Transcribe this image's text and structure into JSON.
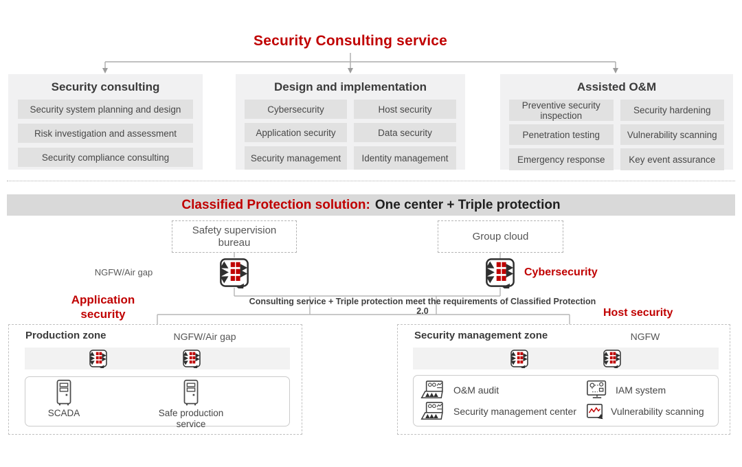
{
  "title": "Security Consulting service",
  "sections": {
    "security_consulting": {
      "heading": "Security consulting",
      "items": [
        "Security system planning and design",
        "Risk investigation and assessment",
        "Security compliance consulting"
      ]
    },
    "design_implementation": {
      "heading": "Design and implementation",
      "items": [
        "Cybersecurity",
        "Host security",
        "Application security",
        "Data security",
        "Security management",
        "Identity management"
      ]
    },
    "assisted_om": {
      "heading": "Assisted O&M",
      "items": [
        "Preventive security inspection",
        "Security hardening",
        "Penetration testing",
        "Vulnerability scanning",
        "Emergency response",
        "Key event assurance"
      ]
    }
  },
  "band": {
    "red": "Classified Protection solution:",
    "black": "One center + Triple protection"
  },
  "solution": {
    "safety_bureau": "Safety supervision bureau",
    "group_cloud": "Group cloud",
    "ngfw_airgap_label": "NGFW/Air gap",
    "cybersecurity_label": "Cybersecurity",
    "application_security_label": "Application security",
    "host_security_label": "Host security",
    "consulting_note": "Consulting service + Triple protection meet the requirements of Classified Protection 2.0"
  },
  "production_zone": {
    "title": "Production zone",
    "ngfw_label": "NGFW/Air gap",
    "servers": [
      "SCADA",
      "Safe production service"
    ]
  },
  "security_zone": {
    "title": "Security management zone",
    "ngfw_label": "NGFW",
    "items": [
      "O&M audit",
      "Security management center",
      "IAM system",
      "Vulnerability scanning"
    ]
  },
  "colors": {
    "accent_red": "#c00000",
    "heading_text": "#3b3b3b",
    "band_bg": "#d9d9d9",
    "box_bg": "#f1f1f2",
    "item_bg": "#e1e1e1",
    "connector_gray": "#b5b5b5"
  }
}
